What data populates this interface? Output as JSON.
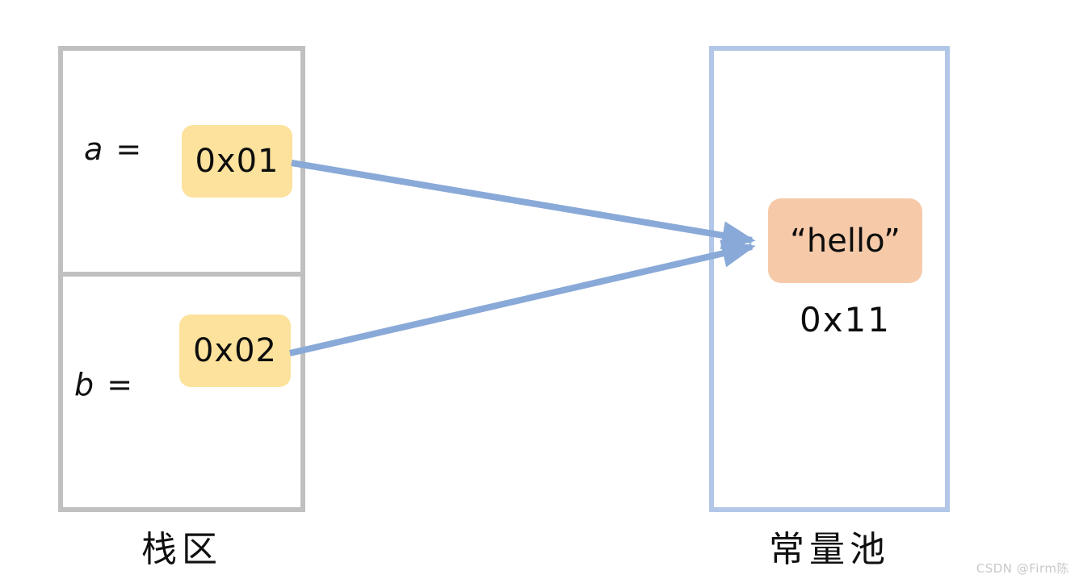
{
  "diagram": {
    "title": "Java string constant pool reference diagram",
    "colors": {
      "stack_border": "#c0c0c0",
      "pool_border": "#b2c7e8",
      "address_chip": "#fce29c",
      "string_chip": "#f6caa9",
      "arrow": "#89a9d8",
      "text": "#0d0d0d",
      "background": "#ffffff"
    }
  },
  "stack_region": {
    "caption": "栈区",
    "slots": [
      {
        "variable_label": "a =",
        "address_value": "0x01"
      },
      {
        "variable_label": "b =",
        "address_value": "0x02"
      }
    ]
  },
  "pool_region": {
    "caption": "常量池",
    "string_literal": "“hello”",
    "address_value": "0x11"
  },
  "arrows": [
    {
      "name": "a-to-hello",
      "from": "0x01",
      "to": "“hello”"
    },
    {
      "name": "b-to-hello",
      "from": "0x02",
      "to": "“hello”"
    }
  ],
  "watermark": {
    "text": "CSDN @Firm陈"
  }
}
